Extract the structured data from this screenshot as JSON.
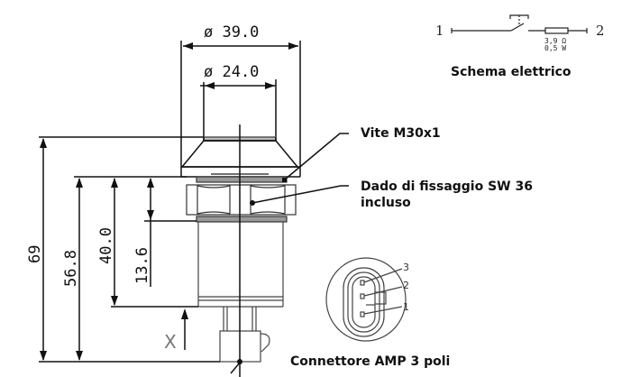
{
  "drawing": {
    "dimensions": {
      "outer_diameter": "ø 39.0",
      "inner_diameter": "ø 24.0",
      "total_height": "69",
      "height_to_connector": "56.8",
      "body_height": "40.0",
      "nut_height": "13.6"
    },
    "view_marker": "X",
    "callouts": {
      "screw": "Vite M30x1",
      "nut_line1": "Dado di fissaggio SW 36",
      "nut_line2": "incluso",
      "connector": "Connettore AMP 3 poli"
    },
    "schematic": {
      "title": "Schema elettrico",
      "terminal_1": "1",
      "terminal_2": "2",
      "resistor_value": "3,9 Ω",
      "resistor_power": "0,5 W"
    },
    "connector_pins": [
      "3",
      "2",
      "1"
    ]
  }
}
